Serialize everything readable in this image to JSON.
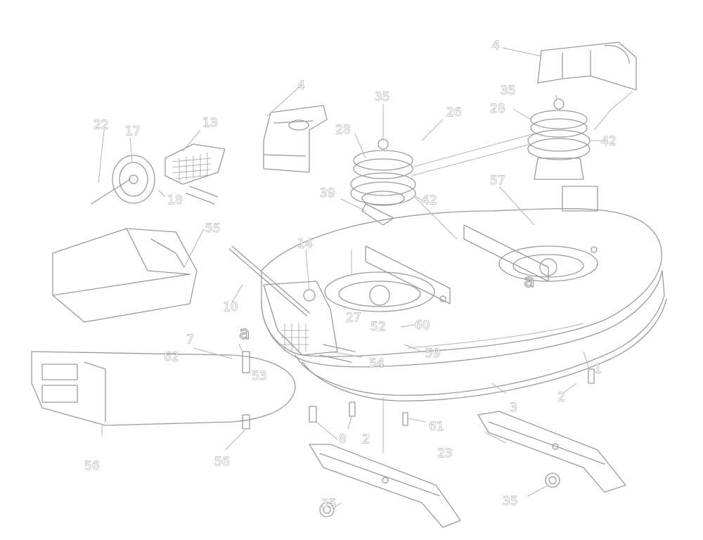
{
  "diagram": {
    "type": "exploded parts diagram",
    "callouts": {
      "c4a": "4",
      "c4b": "4",
      "c35a": "35",
      "c35b": "35",
      "c35c": "35",
      "c35d": "35",
      "c26": "26",
      "c28a": "28",
      "c28b": "28",
      "c42a": "42",
      "c42b": "42",
      "c22": "22",
      "c17": "17",
      "c13": "13",
      "c18": "18",
      "c39": "39",
      "c57": "57",
      "c55": "55",
      "c14": "14",
      "c10": "10",
      "c27": "27",
      "c52": "52",
      "c60": "60",
      "c59": "59",
      "c54": "54",
      "c7": "7",
      "c62": "62",
      "c53": "53",
      "c1": "1",
      "c2a": "2",
      "c2b": "2",
      "c3": "3",
      "c8": "8",
      "c61": "61",
      "c23": "23",
      "c56a": "56",
      "c56b": "56",
      "ca1": "a",
      "ca2": "a"
    }
  }
}
